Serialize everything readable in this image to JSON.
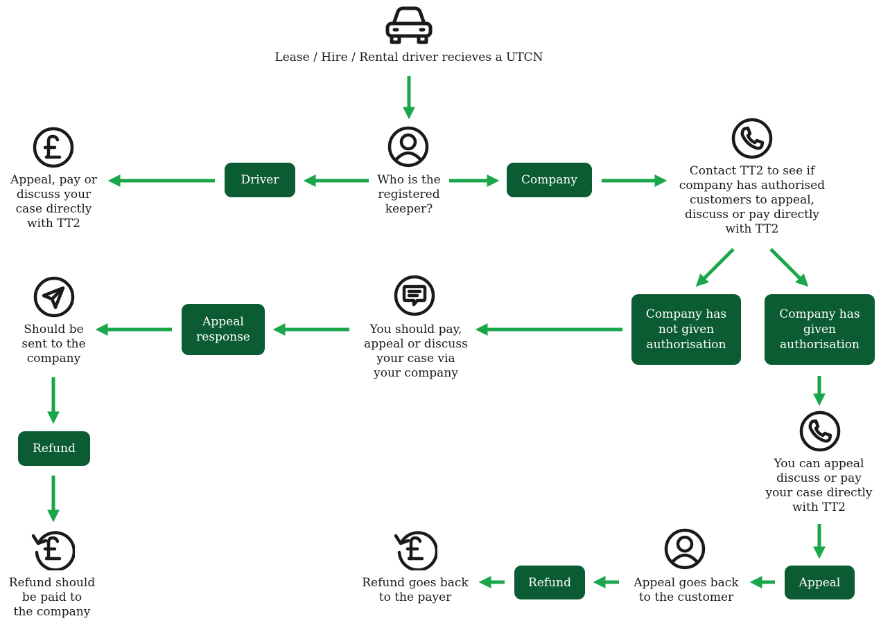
{
  "colors": {
    "arrow": "#1aa64a",
    "box": "#0b5b33",
    "box_text": "#ffffff",
    "text": "#1a1a1a"
  },
  "icons": [
    "car-icon",
    "user-icon",
    "phone-icon",
    "pound-icon",
    "send-icon",
    "message-icon",
    "refund-icon"
  ],
  "nodes": {
    "start": "Lease / Hire / Rental driver recieves a UTCN",
    "question": "Who is the\nregistered\nkeeper?",
    "driver": "Driver",
    "company": "Company",
    "driver_outcome": "Appeal, pay or\ndiscuss your\ncase directly\nwith TT2",
    "contact_tt2": "Contact TT2 to see if\ncompany has authorised\ncustomers to appeal,\ndiscuss or pay directly\nwith TT2",
    "not_authorised": "Company has\nnot given\nauthorisation",
    "authorised": "Company has\ngiven\nauthorisation",
    "via_company": "You should pay,\nappeal or discuss\nyour case via\nyour company",
    "appeal_response": "Appeal\nresponse",
    "sent_to_company": "Should be\nsent to the\ncompany",
    "refund_left": "Refund",
    "refund_to_company": "Refund should\nbe paid to\nthe company",
    "can_appeal": "You can appeal\ndiscuss or pay\nyour case directly\nwith TT2",
    "appeal": "Appeal",
    "appeal_back": "Appeal goes back\nto the customer",
    "refund_bottom": "Refund",
    "refund_to_payer": "Refund goes back\nto the payer"
  }
}
